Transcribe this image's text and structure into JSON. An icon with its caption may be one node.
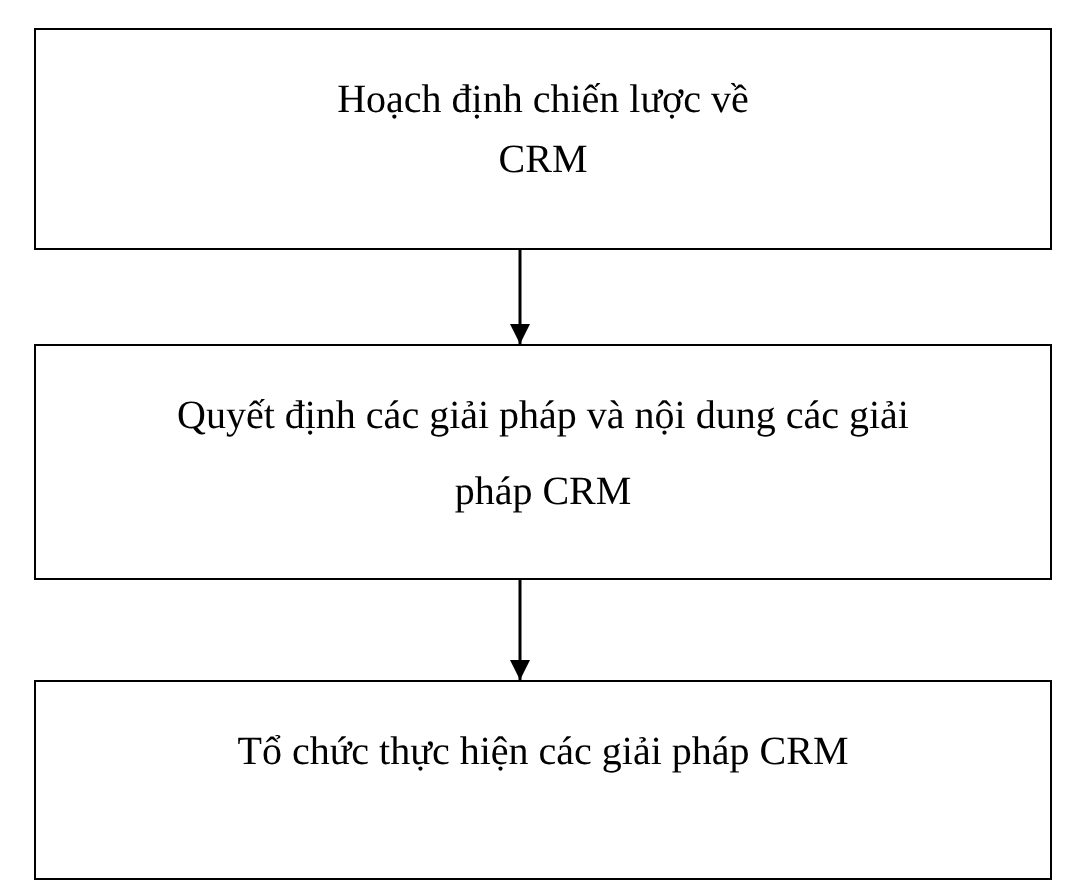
{
  "diagram": {
    "nodes": [
      {
        "text": [
          "Hoạch định chiến lược về CRM"
        ]
      },
      {
        "text": [
          "Quyết định các giải pháp và nội dung các giải pháp CRM"
        ]
      },
      {
        "text": [
          "Tổ chức thực hiện các giải pháp CRM"
        ]
      }
    ],
    "edges": [
      {
        "from": 0,
        "to": 1,
        "arrow": "to"
      },
      {
        "from": 1,
        "to": 2,
        "arrow": "to"
      }
    ]
  }
}
